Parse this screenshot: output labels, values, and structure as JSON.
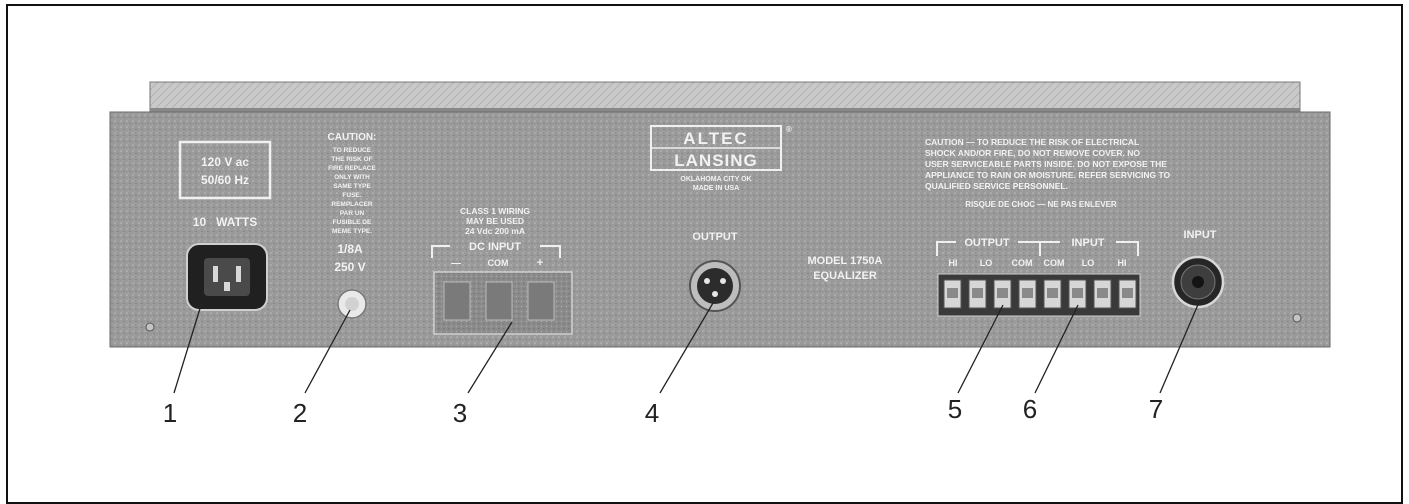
{
  "power": {
    "voltage": "120 V ac",
    "frequency": "50/60 Hz",
    "watts": "10   WATTS"
  },
  "fuse": {
    "caution_lines": [
      "CAUTION:",
      "TO REDUCE",
      "THE RISK OF",
      "FIRE REPLACE",
      "ONLY WITH",
      "SAME TYPE",
      "FUSE.",
      "REMPLACER",
      "PAR UN",
      "FUSIBLE DE",
      "MEME TYPE."
    ],
    "rating": "1/8A",
    "voltage": "250 V"
  },
  "dc_input": {
    "notes": [
      "CLASS 1 WIRING",
      "MAY BE USED",
      "24 Vdc 200 mA"
    ],
    "title": "DC INPUT",
    "terminals": [
      "—",
      "COM",
      "+"
    ]
  },
  "brand": {
    "line1": "ALTEC",
    "line2": "LANSING",
    "registered": "®",
    "location": "OKLAHOMA CITY OK",
    "made_in": "MADE IN USA"
  },
  "output_xlr_label": "OUTPUT",
  "model": {
    "line1": "MODEL 1750A",
    "line2": "EQUALIZER"
  },
  "caution_block": {
    "lines": [
      "CAUTION — TO REDUCE THE RISK OF ELECTRICAL",
      "SHOCK AND/OR FIRE, DO NOT REMOVE COVER. NO",
      "USER SERVICEABLE PARTS INSIDE. DO NOT EXPOSE THE",
      "APPLIANCE TO RAIN OR MOISTURE. REFER SERVICING TO",
      "QUALIFIED SERVICE PERSONNEL."
    ],
    "french": "RISQUE DE CHOC — NE PAS ENLEVER"
  },
  "terminal_strip": {
    "output_title": "OUTPUT",
    "input_title": "INPUT",
    "output_terms": [
      "HI",
      "LO",
      "COM"
    ],
    "input_terms": [
      "COM",
      "LO",
      "HI"
    ]
  },
  "input_jack_label": "INPUT",
  "callouts": [
    "1",
    "2",
    "3",
    "4",
    "5",
    "6",
    "7"
  ]
}
